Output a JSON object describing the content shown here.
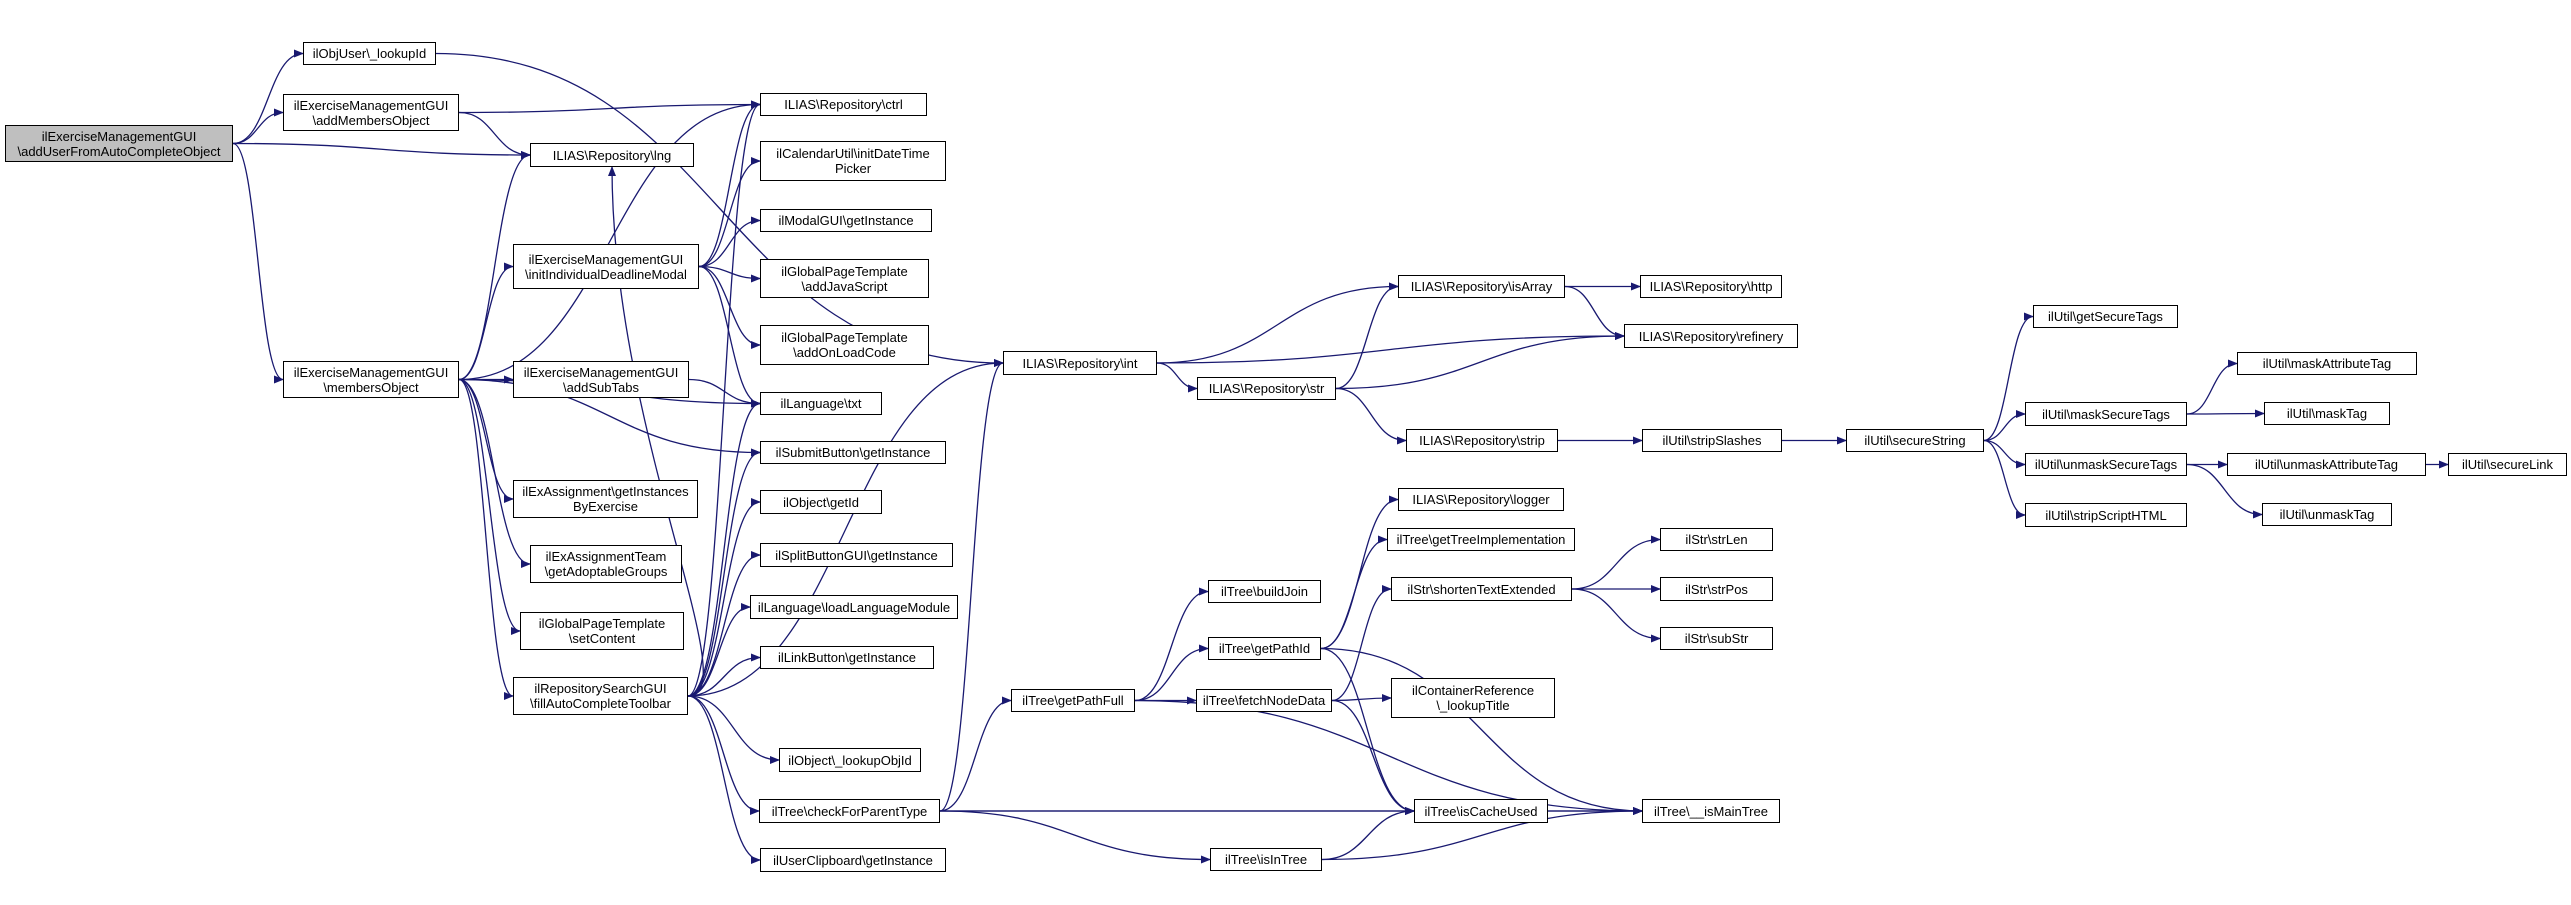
{
  "graph": {
    "root": "n0",
    "nodes": [
      {
        "id": "n0",
        "lines": [
          "ilExerciseManagementGUI",
          "\\addUserFromAutoCompleteObject"
        ],
        "root": true
      },
      {
        "id": "n1",
        "lines": [
          "ilObjUser\\_lookupId"
        ]
      },
      {
        "id": "n2",
        "lines": [
          "ilExerciseManagementGUI",
          "\\addMembersObject"
        ]
      },
      {
        "id": "n3",
        "lines": [
          "ILIAS\\Repository\\lng"
        ]
      },
      {
        "id": "n4",
        "lines": [
          "ilExerciseManagementGUI",
          "\\membersObject"
        ]
      },
      {
        "id": "n5",
        "lines": [
          "ILIAS\\Repository\\ctrl"
        ]
      },
      {
        "id": "n6",
        "lines": [
          "ilCalendarUtil\\initDateTime",
          "Picker"
        ]
      },
      {
        "id": "n7",
        "lines": [
          "ilModalGUI\\getInstance"
        ]
      },
      {
        "id": "n8",
        "lines": [
          "ilExerciseManagementGUI",
          "\\initIndividualDeadlineModal"
        ]
      },
      {
        "id": "n9",
        "lines": [
          "ilGlobalPageTemplate",
          "\\addJavaScript"
        ]
      },
      {
        "id": "n10",
        "lines": [
          "ilGlobalPageTemplate",
          "\\addOnLoadCode"
        ]
      },
      {
        "id": "n11",
        "lines": [
          "ilExerciseManagementGUI",
          "\\addSubTabs"
        ]
      },
      {
        "id": "n12",
        "lines": [
          "ilLanguage\\txt"
        ]
      },
      {
        "id": "n13",
        "lines": [
          "ilSubmitButton\\getInstance"
        ]
      },
      {
        "id": "n14",
        "lines": [
          "ilExAssignment\\getInstances",
          "ByExercise"
        ]
      },
      {
        "id": "n15",
        "lines": [
          "ilObject\\getId"
        ]
      },
      {
        "id": "n16",
        "lines": [
          "ilExAssignmentTeam",
          "\\getAdoptableGroups"
        ]
      },
      {
        "id": "n17",
        "lines": [
          "ilSplitButtonGUI\\getInstance"
        ]
      },
      {
        "id": "n18",
        "lines": [
          "ilGlobalPageTemplate",
          "\\setContent"
        ]
      },
      {
        "id": "n19",
        "lines": [
          "ilLanguage\\loadLanguageModule"
        ]
      },
      {
        "id": "n20",
        "lines": [
          "ilLinkButton\\getInstance"
        ]
      },
      {
        "id": "n21",
        "lines": [
          "ilRepositorySearchGUI",
          "\\fillAutoCompleteToolbar"
        ]
      },
      {
        "id": "n22",
        "lines": [
          "ilObject\\_lookupObjId"
        ]
      },
      {
        "id": "n23",
        "lines": [
          "ilTree\\checkForParentType"
        ]
      },
      {
        "id": "n24",
        "lines": [
          "ilUserClipboard\\getInstance"
        ]
      },
      {
        "id": "n25",
        "lines": [
          "ILIAS\\Repository\\int"
        ]
      },
      {
        "id": "n26",
        "lines": [
          "ilTree\\getPathFull"
        ]
      },
      {
        "id": "n27",
        "lines": [
          "ILIAS\\Repository\\isArray"
        ]
      },
      {
        "id": "n28",
        "lines": [
          "ILIAS\\Repository\\http"
        ]
      },
      {
        "id": "n29",
        "lines": [
          "ILIAS\\Repository\\refinery"
        ]
      },
      {
        "id": "n30",
        "lines": [
          "ILIAS\\Repository\\str"
        ]
      },
      {
        "id": "n31",
        "lines": [
          "ILIAS\\Repository\\strip"
        ]
      },
      {
        "id": "n32",
        "lines": [
          "ilUtil\\stripSlashes"
        ]
      },
      {
        "id": "n33",
        "lines": [
          "ilUtil\\secureString"
        ]
      },
      {
        "id": "n34",
        "lines": [
          "ilUtil\\getSecureTags"
        ]
      },
      {
        "id": "n35",
        "lines": [
          "ilUtil\\maskSecureTags"
        ]
      },
      {
        "id": "n36",
        "lines": [
          "ilUtil\\maskAttributeTag"
        ]
      },
      {
        "id": "n37",
        "lines": [
          "ilUtil\\maskTag"
        ]
      },
      {
        "id": "n38",
        "lines": [
          "ilUtil\\unmaskSecureTags"
        ]
      },
      {
        "id": "n39",
        "lines": [
          "ilUtil\\unmaskAttributeTag"
        ]
      },
      {
        "id": "n40",
        "lines": [
          "ilUtil\\secureLink"
        ]
      },
      {
        "id": "n41",
        "lines": [
          "ilUtil\\unmaskTag"
        ]
      },
      {
        "id": "n42",
        "lines": [
          "ilUtil\\stripScriptHTML"
        ]
      },
      {
        "id": "n43",
        "lines": [
          "ILIAS\\Repository\\logger"
        ]
      },
      {
        "id": "n44",
        "lines": [
          "ilTree\\getTreeImplementation"
        ]
      },
      {
        "id": "n45",
        "lines": [
          "ilTree\\buildJoin"
        ]
      },
      {
        "id": "n46",
        "lines": [
          "ilStr\\shortenTextExtended"
        ]
      },
      {
        "id": "n47",
        "lines": [
          "ilStr\\strLen"
        ]
      },
      {
        "id": "n48",
        "lines": [
          "ilStr\\strPos"
        ]
      },
      {
        "id": "n49",
        "lines": [
          "ilStr\\subStr"
        ]
      },
      {
        "id": "n50",
        "lines": [
          "ilTree\\getPathId"
        ]
      },
      {
        "id": "n51",
        "lines": [
          "ilTree\\fetchNodeData"
        ]
      },
      {
        "id": "n52",
        "lines": [
          "ilContainerReference",
          "\\_lookupTitle"
        ]
      },
      {
        "id": "n53",
        "lines": [
          "ilTree\\isCacheUsed"
        ]
      },
      {
        "id": "n54",
        "lines": [
          "ilTree\\__isMainTree"
        ]
      },
      {
        "id": "n55",
        "lines": [
          "ilTree\\isInTree"
        ]
      }
    ],
    "edges": [
      [
        "n0",
        "n1"
      ],
      [
        "n0",
        "n2"
      ],
      [
        "n0",
        "n3"
      ],
      [
        "n0",
        "n4"
      ],
      [
        "n1",
        "n25"
      ],
      [
        "n2",
        "n5"
      ],
      [
        "n2",
        "n3"
      ],
      [
        "n4",
        "n3"
      ],
      [
        "n4",
        "n5"
      ],
      [
        "n4",
        "n8"
      ],
      [
        "n4",
        "n11"
      ],
      [
        "n4",
        "n12"
      ],
      [
        "n4",
        "n13"
      ],
      [
        "n4",
        "n14"
      ],
      [
        "n4",
        "n16"
      ],
      [
        "n4",
        "n18"
      ],
      [
        "n4",
        "n21"
      ],
      [
        "n8",
        "n5"
      ],
      [
        "n8",
        "n6"
      ],
      [
        "n8",
        "n7"
      ],
      [
        "n8",
        "n9"
      ],
      [
        "n8",
        "n10"
      ],
      [
        "n8",
        "n12"
      ],
      [
        "n11",
        "n12"
      ],
      [
        "n21",
        "n3"
      ],
      [
        "n21",
        "n5"
      ],
      [
        "n21",
        "n12"
      ],
      [
        "n21",
        "n13"
      ],
      [
        "n21",
        "n15"
      ],
      [
        "n21",
        "n17"
      ],
      [
        "n21",
        "n19"
      ],
      [
        "n21",
        "n20"
      ],
      [
        "n21",
        "n22"
      ],
      [
        "n21",
        "n23"
      ],
      [
        "n21",
        "n24"
      ],
      [
        "n21",
        "n25"
      ],
      [
        "n23",
        "n25"
      ],
      [
        "n23",
        "n26"
      ],
      [
        "n23",
        "n53"
      ],
      [
        "n23",
        "n55"
      ],
      [
        "n23",
        "n54"
      ],
      [
        "n25",
        "n27"
      ],
      [
        "n25",
        "n29"
      ],
      [
        "n25",
        "n30"
      ],
      [
        "n27",
        "n28"
      ],
      [
        "n27",
        "n29"
      ],
      [
        "n30",
        "n27"
      ],
      [
        "n30",
        "n29"
      ],
      [
        "n30",
        "n31"
      ],
      [
        "n31",
        "n32"
      ],
      [
        "n32",
        "n33"
      ],
      [
        "n33",
        "n34"
      ],
      [
        "n33",
        "n35"
      ],
      [
        "n33",
        "n38"
      ],
      [
        "n33",
        "n42"
      ],
      [
        "n35",
        "n36"
      ],
      [
        "n35",
        "n37"
      ],
      [
        "n38",
        "n39"
      ],
      [
        "n38",
        "n41"
      ],
      [
        "n39",
        "n40"
      ],
      [
        "n26",
        "n45"
      ],
      [
        "n26",
        "n50"
      ],
      [
        "n26",
        "n51"
      ],
      [
        "n26",
        "n54"
      ],
      [
        "n50",
        "n43"
      ],
      [
        "n50",
        "n44"
      ],
      [
        "n50",
        "n53"
      ],
      [
        "n50",
        "n54"
      ],
      [
        "n51",
        "n46"
      ],
      [
        "n51",
        "n52"
      ],
      [
        "n51",
        "n53"
      ],
      [
        "n46",
        "n47"
      ],
      [
        "n46",
        "n48"
      ],
      [
        "n46",
        "n49"
      ],
      [
        "n53",
        "n54"
      ],
      [
        "n55",
        "n53"
      ],
      [
        "n55",
        "n54"
      ]
    ]
  }
}
